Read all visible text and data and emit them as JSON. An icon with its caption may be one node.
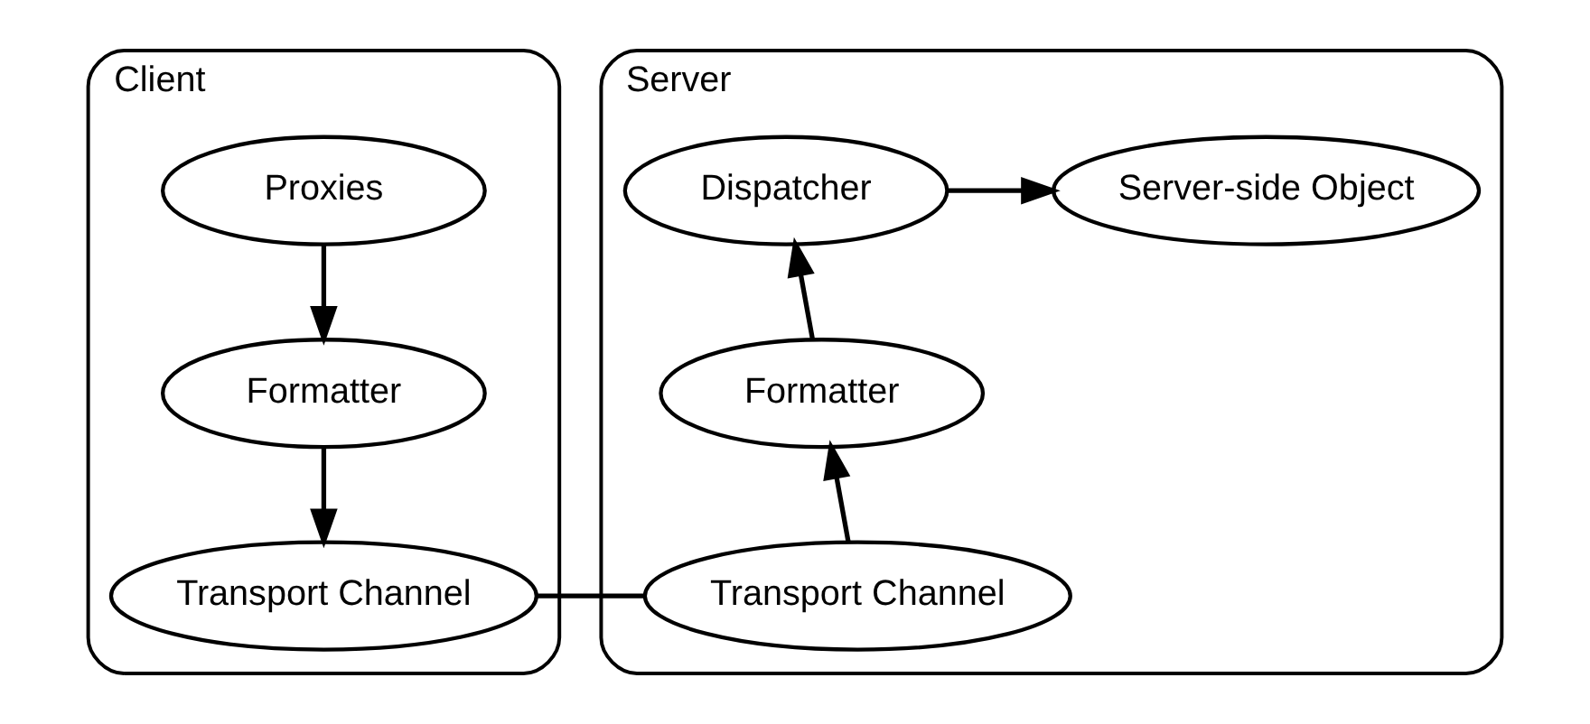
{
  "diagram": {
    "nodes": [
      {
        "text": [
          "Client"
        ]
      },
      {
        "text": [
          "Proxies"
        ],
        "in": 0
      },
      {
        "text": [
          "Formatter"
        ],
        "in": 0
      },
      {
        "text": [
          "Transport Channel"
        ],
        "in": 0
      },
      {
        "text": [
          "Server"
        ]
      },
      {
        "text": [
          "Dispatcher"
        ],
        "in": 4
      },
      {
        "text": [
          "Server-side Object"
        ],
        "in": 4
      },
      {
        "text": [
          "Formatter"
        ],
        "in": 4
      },
      {
        "text": [
          "Transport Channel"
        ],
        "in": 4
      }
    ],
    "edges": [
      {
        "from": 1,
        "to": 2,
        "arrow": "to"
      },
      {
        "from": 2,
        "to": 3,
        "arrow": "to"
      },
      {
        "from": 3,
        "to": 8,
        "arrow": "none"
      },
      {
        "from": 8,
        "to": 7,
        "arrow": "to"
      },
      {
        "from": 7,
        "to": 5,
        "arrow": "to"
      },
      {
        "from": 5,
        "to": 6,
        "arrow": "to"
      }
    ]
  }
}
